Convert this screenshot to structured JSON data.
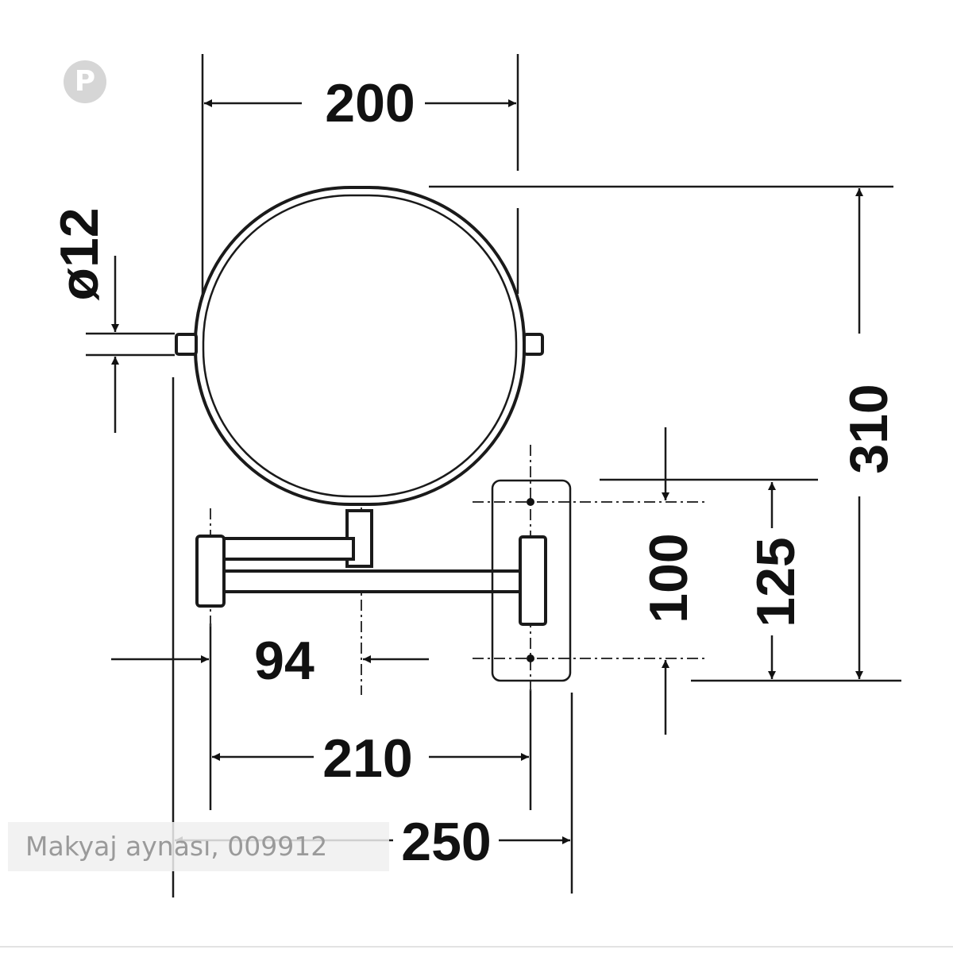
{
  "caption": "Makyaj aynası, 009912",
  "share_icon": "pinterest-icon",
  "dimensions": {
    "width_mirror": "200",
    "height_total": "310",
    "pivot_diameter": "ø12",
    "hole_spacing": "100",
    "plate_height": "125",
    "offset": "94",
    "arm_reach": "210",
    "total_depth": "250"
  }
}
